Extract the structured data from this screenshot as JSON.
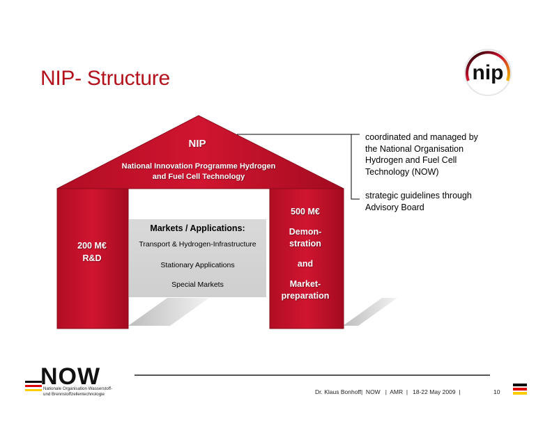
{
  "title": "NIP- Structure",
  "logo_nip": {
    "text": "nip"
  },
  "house": {
    "roof_title": "NIP",
    "roof_subtitle_line1": "National Innovation Programme Hydrogen",
    "roof_subtitle_line2": "and Fuel Cell Technology",
    "left_pillar": {
      "line1": "200 M€",
      "line2": "R&D"
    },
    "right_pillar": {
      "line1": "500 M€",
      "line2": "Demon-",
      "line3": "stration",
      "line4": "and",
      "line5": "Market-",
      "line6": "preparation"
    },
    "markets": {
      "title": "Markets / Applications:",
      "items": [
        "Transport & Hydrogen-Infrastructure",
        "Stationary Applications",
        "Special Markets"
      ]
    }
  },
  "annotations": {
    "top": [
      "coordinated and managed by",
      "the National Organisation",
      "Hydrogen and Fuel Cell",
      "Technology (NOW)"
    ],
    "bottom": [
      "strategic guidelines through",
      "Advisory Board"
    ]
  },
  "footer": {
    "logo_word": "NOW",
    "logo_sub_line1": "Nationale Organisation Wasserstoff-",
    "logo_sub_line2": "und Brennstoffzellentechnologie",
    "text": "Dr. Klaus Bonhoff|  NOW   |  AMR  |   18-22 May 2009  |",
    "page_number": "10"
  },
  "colors": {
    "title_red": "#b3121d",
    "house_red": "#c8102e",
    "flag_black": "#000000",
    "flag_red": "#dd0000",
    "flag_gold": "#ffcc00"
  }
}
